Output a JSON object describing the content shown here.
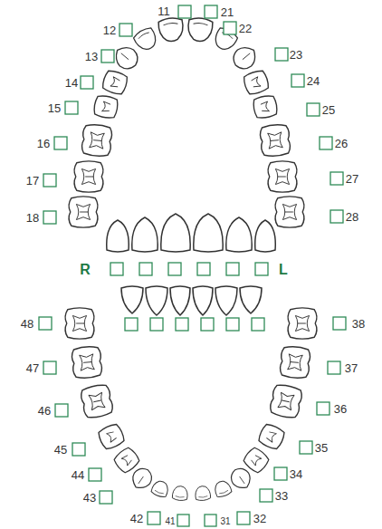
{
  "diagram": {
    "labels": [
      "11",
      "21",
      "12",
      "22",
      "13",
      "23",
      "14",
      "24",
      "15",
      "25",
      "16",
      "26",
      "17",
      "27",
      "18",
      "28",
      "R",
      "L",
      "48",
      "38",
      "47",
      "37",
      "46",
      "36",
      "45",
      "35",
      "44",
      "34",
      "43",
      "33",
      "42",
      "41",
      "31",
      "32"
    ]
  }
}
